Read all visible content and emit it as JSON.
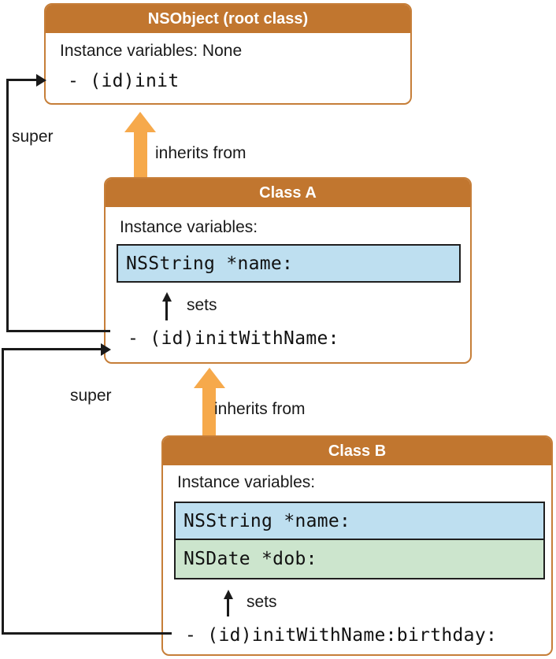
{
  "colors": {
    "header_bg": "#C1762F",
    "box_border": "#C67E38",
    "inherit_arrow_orange": "#F6A94B",
    "variable_blue": "#BEDFF0",
    "variable_green": "#CCE5CD",
    "line_black": "#1A1A1A"
  },
  "nsobject": {
    "title": "NSObject (root class)",
    "ivars": "Instance variables: None",
    "method": "- (id)init"
  },
  "class_a": {
    "title": "Class A",
    "ivars": "Instance variables:",
    "var_name": "NSString *name:",
    "sets": "sets",
    "method": "- (id)initWithName:"
  },
  "class_b": {
    "title": "Class B",
    "ivars": "Instance variables:",
    "var_name": "NSString *name:",
    "var_dob": "NSDate *dob:",
    "sets": "sets",
    "method": "- (id)initWithName:birthday:"
  },
  "edges": {
    "super_a": "super",
    "super_b": "super",
    "inherits_a": "inherits from",
    "inherits_b": "inherits from"
  }
}
